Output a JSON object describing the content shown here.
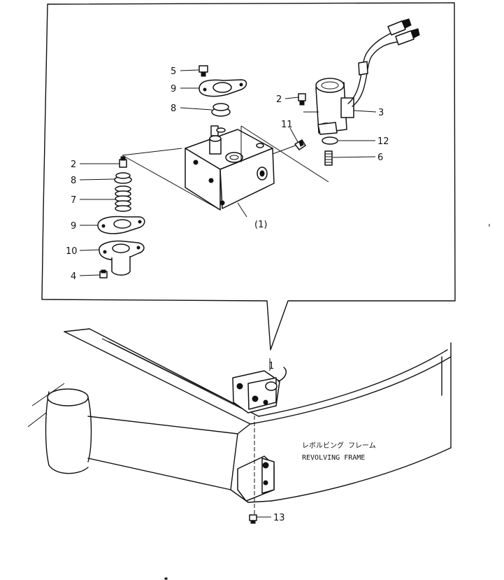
{
  "callouts": {
    "c1_5": "5",
    "c2_9": "9",
    "c3_8": "8",
    "c4_2": "2",
    "c5_3": "3",
    "c6_11": "11",
    "c7_12": "12",
    "c8_6": "6",
    "c9_2": "2",
    "c10_8": "8",
    "c11_7": "7",
    "c12_9": "9",
    "c13_10": "10",
    "c14_4": "4",
    "c15_1paren": "(1)",
    "c16_1": "1",
    "c17_13": "13"
  },
  "frame_caption": {
    "japanese": "レボルビング フレーム",
    "english": "REVOLVING FRAME"
  },
  "icons": [
    "screw",
    "gasket",
    "o-ring",
    "solenoid-valve",
    "spring",
    "valve-block",
    "flange-cover",
    "revolving-frame"
  ]
}
